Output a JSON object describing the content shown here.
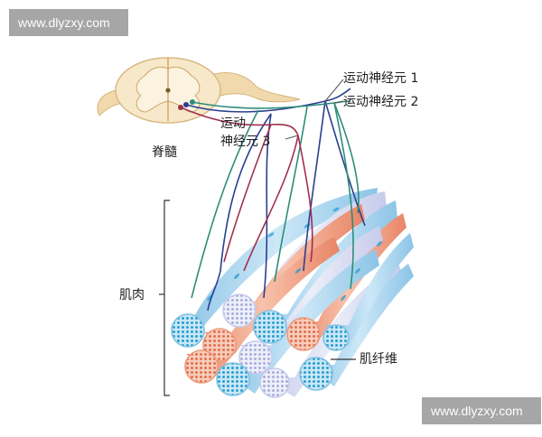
{
  "watermarks": {
    "top": "www.dlyzxy.com",
    "bottom": "www.dlyzxy.com"
  },
  "labels": {
    "spinal_cord": "脊髓",
    "motor_neuron_1": "运动神经元 1",
    "motor_neuron_2": "运动神经元 2",
    "motor_neuron_3_line1": "运动",
    "motor_neuron_3_line2": "神经元 3",
    "muscle": "肌肉",
    "muscle_fiber": "肌纤维"
  },
  "colors": {
    "neuron_1": "#2a3f8f",
    "neuron_2": "#2e8c7a",
    "neuron_3": "#a0304c",
    "fiber_blue": "#a9d3ec",
    "fiber_orange": "#ee9a7c",
    "fiber_lavender": "#d6d9f1",
    "spinal_cord": "#f6e6c4"
  }
}
